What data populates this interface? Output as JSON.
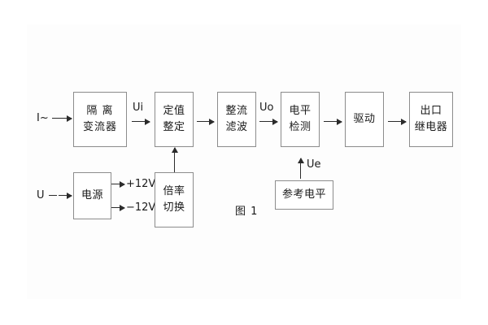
{
  "figure": {
    "caption": "图 1",
    "blocks": [
      {
        "id": "isolation-ct",
        "lines": [
          "隔 离",
          "变流器"
        ]
      },
      {
        "id": "setting-value",
        "lines": [
          "定值",
          "整定"
        ]
      },
      {
        "id": "rectify-filter",
        "lines": [
          "整流",
          "滤波"
        ]
      },
      {
        "id": "level-detect",
        "lines": [
          "电平",
          "检测"
        ]
      },
      {
        "id": "drive",
        "lines": [
          "驱动"
        ]
      },
      {
        "id": "output-relay",
        "lines": [
          "出口",
          "继电器"
        ]
      },
      {
        "id": "power-supply",
        "lines": [
          "电源"
        ]
      },
      {
        "id": "multiplier-switch",
        "lines": [
          "倍率",
          "切换"
        ]
      },
      {
        "id": "reference-level",
        "lines": [
          "参考电平"
        ]
      }
    ],
    "signals": {
      "current_input": "I~",
      "voltage_input": "U",
      "ui": "Ui",
      "uo": "Uo",
      "ue": "Ue",
      "rail_pos": "+12V",
      "rail_neg": "−12V"
    },
    "colors": {
      "box_border": "#8c8c8c",
      "arrow": "#2b2b2b",
      "text": "#1a1a1a",
      "background": "#ffffff"
    }
  }
}
